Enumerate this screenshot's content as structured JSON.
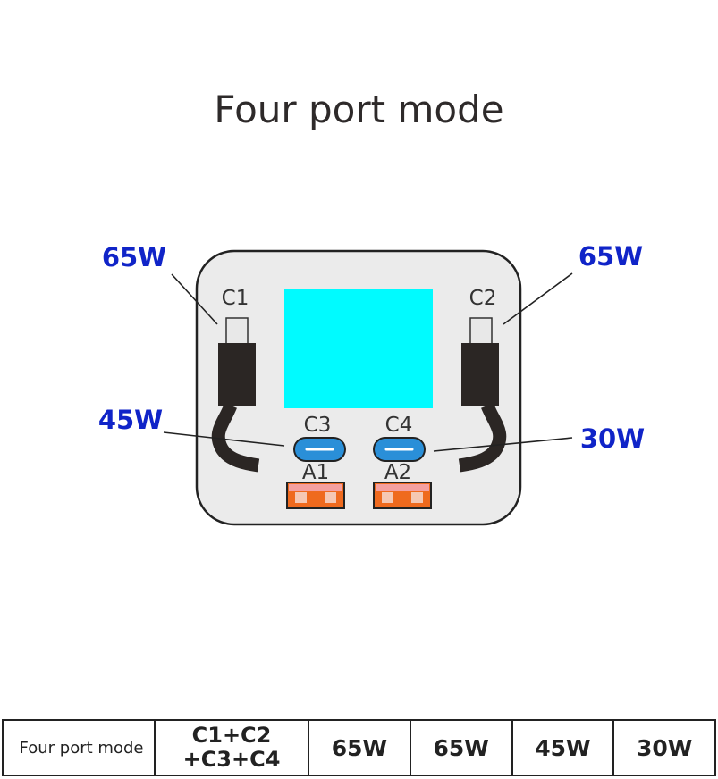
{
  "title": "Four port mode",
  "ports": {
    "c1": "C1",
    "c2": "C2",
    "c3": "C3",
    "c4": "C4",
    "a1": "A1",
    "a2": "A2"
  },
  "watts": {
    "c1": "65W",
    "c2": "65W",
    "c3": "45W",
    "c4": "30W"
  },
  "colors": {
    "screen": "#00fbff",
    "usb_c_port": "#2a8fd8",
    "usb_a_port": "#ef6a1e",
    "watt_text": "#1024c8",
    "body": "#ebebeb"
  },
  "table": {
    "label": "Four port mode",
    "combo_line1": "C1+C2",
    "combo_line2": "+C3+C4",
    "values": [
      "65W",
      "65W",
      "45W",
      "30W"
    ]
  }
}
